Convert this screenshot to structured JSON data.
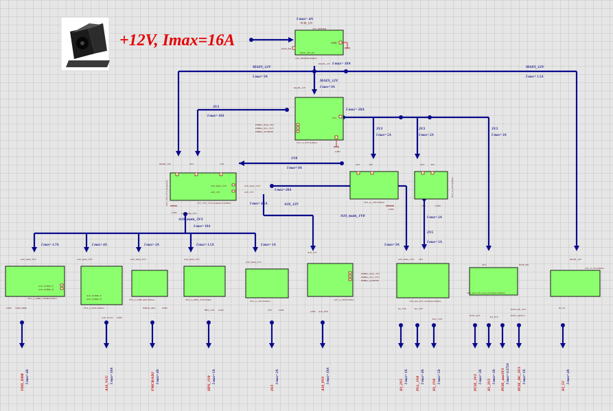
{
  "headline": "+12V, Imax=16A",
  "power_block": {
    "imax": "I max= 4A",
    "net": "PCIE_12V",
    "title": "12V_POWER",
    "pin_en": "PCIE_EN",
    "pin_in": "PCIE_12V_IN",
    "gnd": "GND",
    "out_label": "MAIN_12V",
    "footer": "12V_POWER.SchDoc",
    "imax_out": "I max= 10A"
  },
  "main12v_left": {
    "name": "MAIN_12V",
    "imax": "I max= 9A"
  },
  "main12v_mid": {
    "name": "MAIN_12V",
    "imax": "I max= 9A"
  },
  "main12v_right": {
    "name": "MAIN_12V",
    "imax": "I max= 1.5A"
  },
  "vr_3v3": {
    "net_top": "MAIN_12V",
    "sda": "PMBus_SDA_3V3",
    "scl": "PMBus_SCL_3V3",
    "alert": "PMBus_ALERTB",
    "footer": "12V_to_3V3.SchDoc",
    "gnd": "GND",
    "out": "3V3",
    "imax": "I max= 20A"
  },
  "net3v3_left": {
    "name": "3V3",
    "imax": "I max= 10A"
  },
  "net3v3_a": {
    "name": "3V3",
    "imax": "I max= 5A"
  },
  "net3v3_b": {
    "name": "3V3",
    "imax": "I max= 2A"
  },
  "net3v3_c": {
    "name": "3V3",
    "imax": "I max= 3A"
  },
  "net1v8": {
    "name": "1V8",
    "imax": "I max= 8A"
  },
  "seq_block": {
    "pins_top": [
      "MAIN_12V",
      "3V3",
      "1V8"
    ],
    "out_main": "A10_main_1V8",
    "out_12v": "A10_12V",
    "footer": "12V_3V3_1V8_Sequencer.SchDoc",
    "gnd": "GND",
    "side": "12V_3V3_1V8_Sequencer",
    "bot": "A10_main_3V3"
  },
  "a10_12v_net": {
    "name": "A10_12V",
    "imax": "I max= 4.5A"
  },
  "a10_main_1v8_net": {
    "name": "A10_main_1V8",
    "imax": "I max= 9A"
  },
  "i20": "I max= 20A",
  "a10_main_3v3_net": {
    "name": "A10_main_3V3",
    "imax": "I max= 10A"
  },
  "blk_3v3_to_1v8": {
    "pins": [
      "3V3",
      "EN"
    ],
    "footer": "3V3_to_1V8.SchDoc",
    "gnd": "GND"
  },
  "blk_3v3_to_2v5": {
    "pins": [
      "3V3",
      "EN"
    ],
    "footer": "3V3_to_2V5.SchDoc",
    "gnd": "GND",
    "bot": "2V5"
  },
  "net2v5_top": {
    "imax": "I max= 2A"
  },
  "net2v5_bot": {
    "name": "2V5",
    "imax": "I max= 1A"
  },
  "branch_imax": [
    "I max= 1.7A",
    "I max= 4A",
    "I max= 2A",
    "I max= 1.5A",
    "I max= 1A"
  ],
  "blk_ddr": {
    "pin": "A10_main_3V3",
    "s1": "A10_VTT_DDR",
    "s2": "VDD_DDR",
    "o1": "A10_VDDR_P",
    "o2": "A10_VDDR_N",
    "gnd": "GND",
    "footer": "3V3_to_DDR_VDDR.SchDoc",
    "bot": "VDD_DDR"
  },
  "blk_0v9": {
    "pin": "A10_main_3V3",
    "o1": "A10_VDDR_P",
    "o2": "A10_VDDR_N",
    "side": "3V3_to_0V9",
    "footer": "3V3_to_0V9.SchDoc",
    "bot": "A10_VGCC",
    "gnd": "GND"
  },
  "blk_fmc": {
    "pin": "A10_main_3V3",
    "footer": "3V3_to_FMCADJ.SchDoc",
    "bot": "FMCB_ADJ",
    "gnd": "GND"
  },
  "blk_hps": {
    "pin": "A10_main_3V3",
    "footer": "3V3_to_HPS_1V8.SchDoc",
    "bot": "HPS_1V8",
    "gnd": "GND"
  },
  "blk_3v3_3v3": {
    "pin": "A10_main_3V3",
    "footer": "3V3_to_3V3.SchDoc",
    "bot": "3V3",
    "gnd": "GND"
  },
  "blk_0v9b": {
    "pin": "A10_12V",
    "sda": "PMBus_SDA_3V3",
    "scl": "PMBus_SCL_3V3",
    "alert": "PMBus_ALERTB",
    "footer": "12V_to_0V9.SchDoc",
    "gnd": "GND",
    "bot": "A10_0V9"
  },
  "blk_1v8": {
    "pin1": "A10_main_1V8",
    "pin2": "2V5",
    "footer": "1V8_and_2V5_Switches.SchDoc",
    "b1": "IO_1V8",
    "b2": "PLL_1V8",
    "b3": "IO_1V8"
  },
  "blk_pcie": {
    "pin": "3V3",
    "o1": "PCIE_EN",
    "footer": "3V3_and_12V_Load_Switches.SchDoc",
    "b1": "PCIE_3V3",
    "b2": "IO_3V3",
    "b3": "PCIE_aux3V3",
    "b4": "PCIE_DC_3V3"
  },
  "blk_5v": {
    "pin": "MAIN_12V",
    "footer": "12V_to_5V.SchDoc",
    "bot": "IO_5V"
  },
  "outputs": [
    {
      "name": "VDD_DDR",
      "imax": "I max= 4A"
    },
    {
      "name": "A10_VCC",
      "imax": "I max= 10A"
    },
    {
      "name": "FMCB/ADJ",
      "imax": "I max= 4A"
    },
    {
      "name": "HPS_1V8",
      "imax": "I max= 5A"
    },
    {
      "name": "3V3",
      "imax": "I max= 2A"
    },
    {
      "name": "A10_0V9",
      "imax": "I max= 16A"
    },
    {
      "name": "IO_2V5",
      "imax": "I max= 1A"
    },
    {
      "name": "PLL_1V8",
      "imax": "I max= 4A"
    },
    {
      "name": "IO_1V8",
      "imax": "I max= 5A"
    },
    {
      "name": "PCIE_3V3",
      "imax": "I max= 3A"
    },
    {
      "name": "IO_3V3",
      "imax": "I max= 3A"
    },
    {
      "name": "PCIE_aux3V3",
      "imax": "I max= 0.375A"
    },
    {
      "name": "PCIE_DC_3V3",
      "imax": "I max= 1A"
    },
    {
      "name": "IO_5V",
      "imax": "I max= 4A"
    }
  ]
}
